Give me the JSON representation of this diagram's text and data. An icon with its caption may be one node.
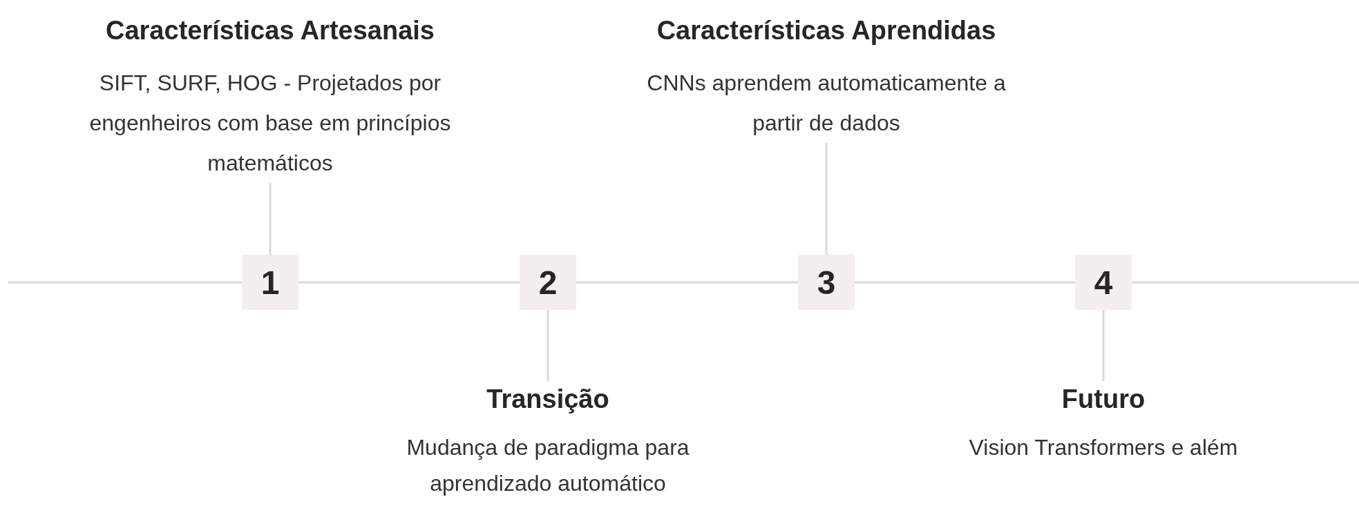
{
  "diagram": {
    "nodes": [
      {
        "text": [
          "Características Artesanais",
          "SIFT, SURF, HOG - Projetados por engenheiros com base em princípios matemáticos"
        ]
      },
      {
        "text": [
          "Características Aprendidas",
          "CNNs aprendem automaticamente a partir de dados"
        ]
      },
      {
        "text": [
          "1"
        ]
      },
      {
        "text": [
          "2"
        ]
      },
      {
        "text": [
          "3"
        ]
      },
      {
        "text": [
          "4"
        ]
      },
      {
        "text": [
          "Transição",
          "Mudança de paradigma para aprendizado automático"
        ]
      },
      {
        "text": [
          "Futuro",
          "Vision Transformers e além"
        ]
      }
    ],
    "edges": [
      {
        "from": null,
        "to": 2,
        "arrow": "none"
      },
      {
        "from": 2,
        "to": 3,
        "arrow": "none"
      },
      {
        "from": 3,
        "to": 4,
        "arrow": "none"
      },
      {
        "from": 4,
        "to": 5,
        "arrow": "none"
      },
      {
        "from": 5,
        "to": null,
        "arrow": "none"
      },
      {
        "from": 0,
        "to": 2,
        "arrow": "none"
      },
      {
        "from": 1,
        "to": 4,
        "arrow": "none"
      },
      {
        "from": 3,
        "to": 6,
        "arrow": "none"
      },
      {
        "from": 5,
        "to": 7,
        "arrow": "none"
      }
    ]
  }
}
